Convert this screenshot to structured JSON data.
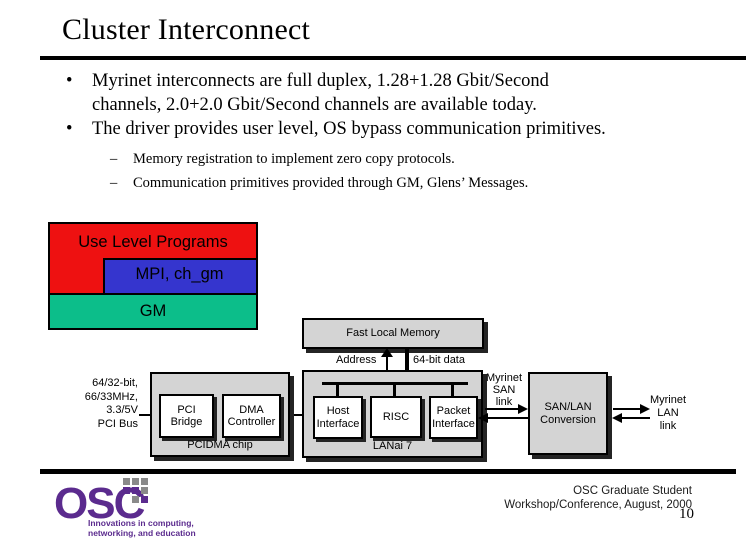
{
  "colors": {
    "red": "#EE1111",
    "blue": "#3535CE",
    "green": "#0CBE8A",
    "purple": "#5B2B8E",
    "box_gray": "#D4D4D4"
  },
  "title": "Cluster Interconnect",
  "bullets": {
    "marker": "•",
    "b1_line1": "Myrinet interconnects are full duplex, 1.28+1.28 Gbit/Second",
    "b1_line2": "channels, 2.0+2.0 Gbit/Second channels are available today.",
    "b2": "The driver provides user level, OS bypass communication primitives.",
    "sub_marker": "–",
    "sub1": "Memory registration to implement zero copy protocols.",
    "sub2": "Communication primitives provided through GM, Glens’ Messages."
  },
  "stack": {
    "use_level": "Use Level Programs",
    "mpi": "MPI, ch_gm",
    "gm": "GM"
  },
  "diagram": {
    "pci_bus_line1": "64/32-bit,",
    "pci_bus_line2": "66/33MHz,",
    "pci_bus_line3": "3.3/5V",
    "pci_bus_line4": "PCI Bus",
    "pcidma_title": "PCIDMA chip",
    "pci_bridge": "PCI Bridge",
    "dma_controller": "DMA Controller",
    "lanai_title": "LANai 7",
    "host_interface": "Host Interface",
    "risc": "RISC",
    "packet_interface": "Packet Interface",
    "memory": "Fast Local Memory",
    "address": "Address",
    "data_bus": "64-bit data",
    "san_link_line1": "Myrinet",
    "san_link_line2": "SAN",
    "san_link_line3": "link",
    "conversion": "SAN/LAN Conversion",
    "lan_link_line1": "Myrinet",
    "lan_link_line2": "LAN",
    "lan_link_line3": "link"
  },
  "footer": {
    "logo": "OSC",
    "tagline_line1": "Innovations in computing,",
    "tagline_line2": "networking, and education",
    "credit_line1": "OSC Graduate Student",
    "credit_line2": "Workshop/Conference, August, 2000",
    "page_number": "10"
  }
}
